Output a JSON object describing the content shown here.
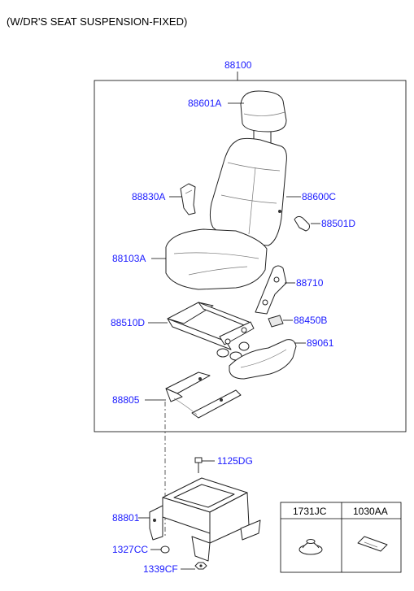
{
  "title": "(W/DR'S SEAT SUSPENSION-FIXED)",
  "assembly_label": "88100",
  "part_labels": {
    "headrest": "88601A",
    "seat_back": "88600C",
    "buckle": "88830A",
    "knob": "88501D",
    "cushion": "88103A",
    "recliner_lever": "88710",
    "slide_track": "88510D",
    "lever_knob": "88450B",
    "side_cover": "89061",
    "bracket": "88805",
    "bolt": "1125DG",
    "base_frame": "88801",
    "cap": "1327CC",
    "nut": "1339CF"
  },
  "legend": {
    "col1": "1731JC",
    "col2": "1030AA"
  }
}
